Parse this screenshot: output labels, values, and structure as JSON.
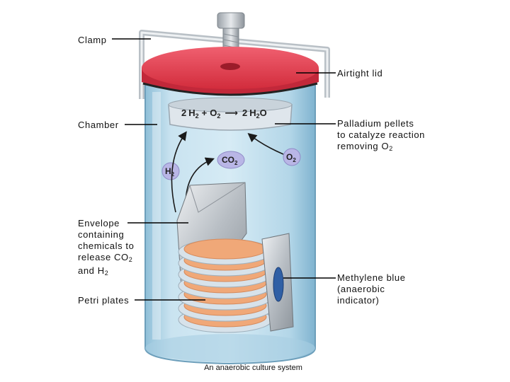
{
  "labels": {
    "clamp": "Clamp",
    "airtight_lid": "Airtight lid",
    "chamber": "Chamber",
    "palladium": {
      "line1": "Palladium pellets",
      "line2": "to catalyze reaction",
      "line3": "removing O",
      "line3_sub": "2"
    },
    "envelope": {
      "line1": "Envelope",
      "line2": "containing",
      "line3": "chemicals to",
      "line4": "release CO",
      "line4_sub": "2",
      "line5": "and H",
      "line5_sub": "2"
    },
    "petri_plates": "Petri plates",
    "methylene": {
      "line1": "Methylene blue",
      "line2": "(anaerobic",
      "line3": "indicator)"
    }
  },
  "reaction": {
    "lhs_coef": "2",
    "lhs_h": "H",
    "lhs_h_sub": "2",
    "plus": "+",
    "o": "O",
    "o_sub": "2",
    "arrow": "⟶",
    "rhs_coef": "2",
    "rhs_h": "H",
    "rhs_h_sub": "2",
    "rhs_o": "O"
  },
  "molecules": {
    "co2": {
      "main": "CO",
      "sub": "2"
    },
    "o2": {
      "main": "O",
      "sub": "2"
    },
    "h2": {
      "main": "H",
      "sub": "2"
    }
  },
  "caption": "An anaerobic culture system",
  "colors": {
    "lid": "#e8404e",
    "glass": "#bcdcec",
    "molecule": "#b9b6e6",
    "agar": "#f0a878",
    "indicator": "#2f5fa5"
  }
}
